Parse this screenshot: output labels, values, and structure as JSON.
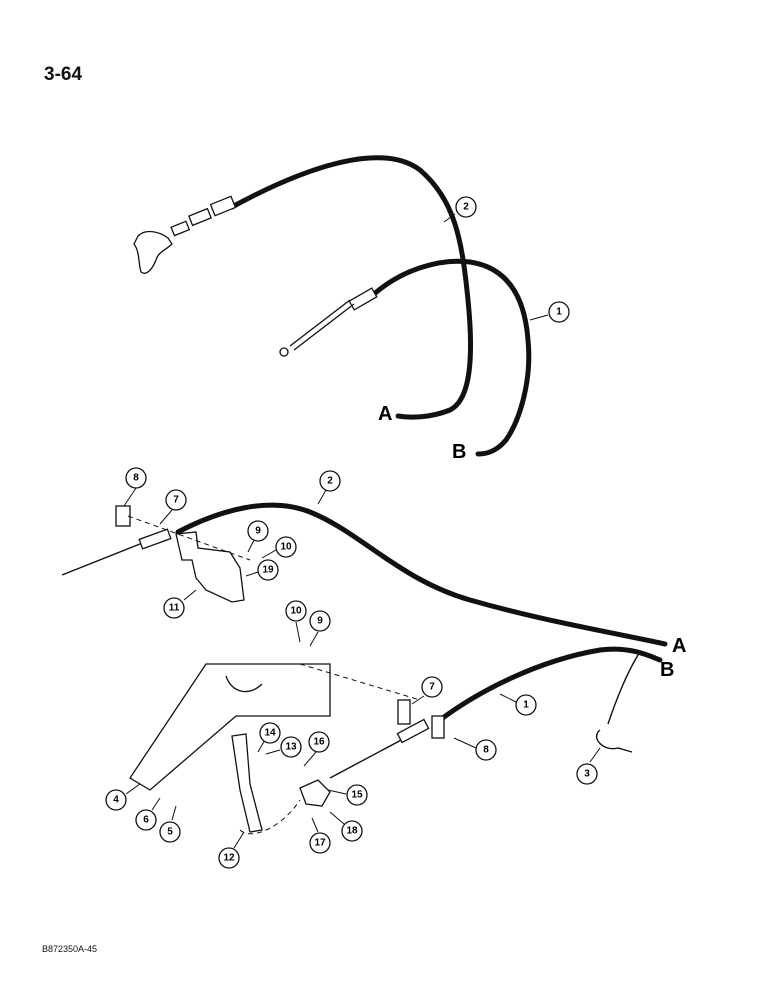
{
  "page": {
    "number": "3-64",
    "reference": "B872350A-45"
  },
  "end_labels": {
    "a_top": "A",
    "b_top": "B",
    "a_bottom": "A",
    "b_bottom": "B"
  },
  "callouts": {
    "c2_top": "2",
    "c1_top": "1",
    "c8_left": "8",
    "c7_left": "7",
    "c2_mid": "2",
    "c9_left": "9",
    "c10_left": "10",
    "c19": "19",
    "c11": "11",
    "c10_right": "10",
    "c9_right": "9",
    "c7_right": "7",
    "c1_mid": "1",
    "c8_right": "8",
    "c3": "3",
    "c14": "14",
    "c13": "13",
    "c16": "16",
    "c15": "15",
    "c4": "4",
    "c6": "6",
    "c5": "5",
    "c12": "12",
    "c17": "17",
    "c18": "18"
  }
}
